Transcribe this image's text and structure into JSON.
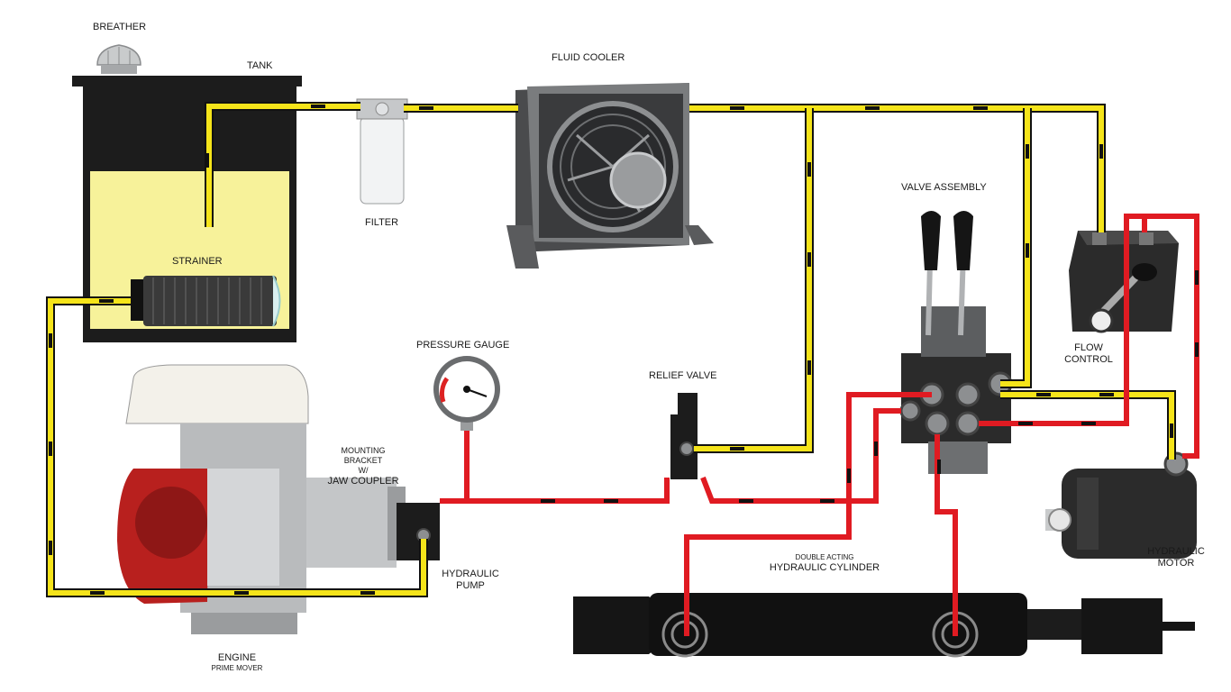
{
  "labels": {
    "breather": "BREATHER",
    "tank": "TANK",
    "fluid_cooler": "FLUID COOLER",
    "filter": "FILTER",
    "strainer": "STRAINER",
    "valve_assembly": "VALVE ASSEMBLY",
    "flow_control_1": "FLOW",
    "flow_control_2": "CONTROL",
    "pressure_gauge": "PRESSURE GAUGE",
    "relief_valve": "RELIEF VALVE",
    "mounting_1": "MOUNTING",
    "mounting_2": "BRACKET",
    "mounting_3": "W/",
    "mounting_4": "JAW COUPLER",
    "hydraulic_pump_1": "HYDRAULIC",
    "hydraulic_pump_2": "PUMP",
    "cylinder_sub": "DOUBLE ACTING",
    "cylinder": "HYDRAULIC CYLINDER",
    "hydraulic_motor_1": "HYDRAULIC",
    "hydraulic_motor_2": "MOTOR",
    "engine": "ENGINE",
    "engine_sub": "PRIME MOVER"
  },
  "colors": {
    "return_line": "#f5e41a",
    "pressure_line": "#e01b22",
    "tank_fluid": "#f7f29a",
    "component_dark": "#1c1c1c",
    "engine_red": "#b8201e"
  }
}
